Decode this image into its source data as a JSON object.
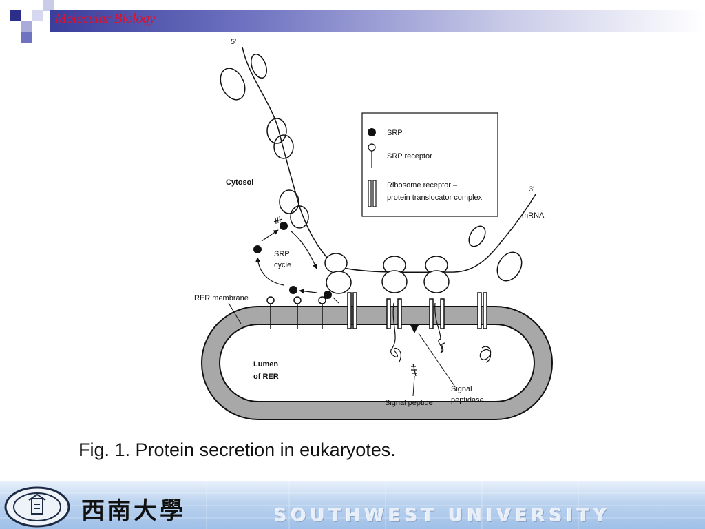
{
  "header": {
    "title": "Molecular Biology",
    "accent_color": "#e0102a",
    "bar_color": "#3a3e9c"
  },
  "diagram": {
    "labels": {
      "five_prime": "5'",
      "three_prime": "3'",
      "mrna": "mRNA",
      "cytosol": "Cytosol",
      "srp_cycle_line1": "SRP",
      "srp_cycle_line2": "cycle",
      "rer_membrane": "RER membrane",
      "lumen_line1": "Lumen",
      "lumen_line2": "of RER",
      "signal_peptide": "Signal peptide",
      "signal_peptidase_line1": "Signal",
      "signal_peptidase_line2": "peptidase"
    },
    "legend": {
      "srp": "SRP",
      "srp_receptor": "SRP receptor",
      "ribosome_receptor_line1": "Ribosome receptor –",
      "ribosome_receptor_line2": "protein translocator complex"
    }
  },
  "caption": {
    "text": "Fig. 1. Protein secretion in eukaryotes."
  },
  "footer": {
    "university_chinese": "西南大學",
    "university_english": "SOUTHWEST UNIVERSITY"
  }
}
